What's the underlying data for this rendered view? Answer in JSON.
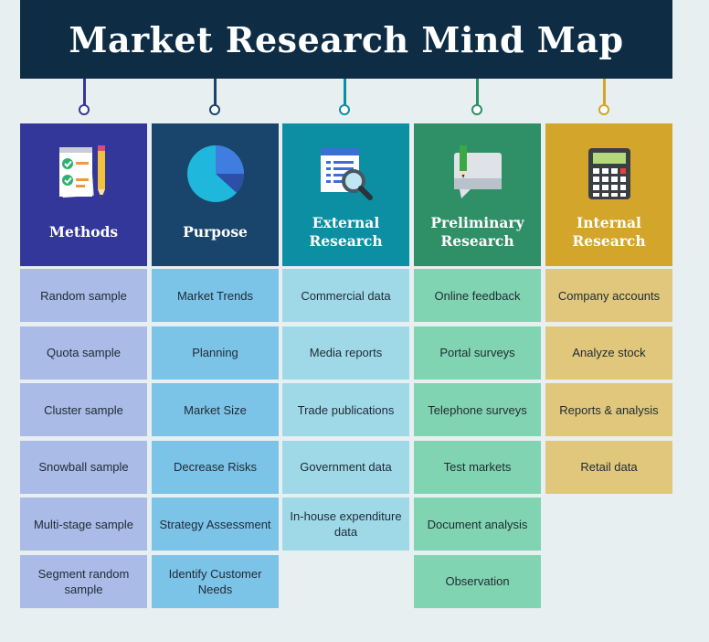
{
  "title": "Market Research Mind Map",
  "columns": [
    {
      "label": "Methods",
      "icon": "checklist-icon",
      "header_color": "#33379a",
      "cell_color": "#a9bbe6",
      "connector_color": "#33379a",
      "items": [
        "Random sample",
        "Quota sample",
        "Cluster sample",
        "Snowball sample",
        "Multi-stage sample",
        "Segment random sample"
      ]
    },
    {
      "label": "Purpose",
      "icon": "pie-chart-icon",
      "header_color": "#19456d",
      "cell_color": "#7cc3e8",
      "connector_color": "#19456d",
      "items": [
        "Market Trends",
        "Planning",
        "Market Size",
        "Decrease Risks",
        "Strategy Assessment",
        "Identify Customer Needs"
      ]
    },
    {
      "label": "External\nResearch",
      "icon": "document-search-icon",
      "header_color": "#0c8fa3",
      "cell_color": "#9fd9e8",
      "connector_color": "#0c8fa3",
      "items": [
        "Commercial data",
        "Media reports",
        "Trade publications",
        "Government data",
        "In-house expenditure data"
      ]
    },
    {
      "label": "Preliminary\nResearch",
      "icon": "chat-bubble-icon",
      "header_color": "#2f8f66",
      "cell_color": "#81d4b1",
      "connector_color": "#2f8f66",
      "items": [
        "Online feedback",
        "Portal surveys",
        "Telephone surveys",
        "Test markets",
        "Document analysis",
        "Observation"
      ]
    },
    {
      "label": "Internal\nResearch",
      "icon": "calculator-icon",
      "header_color": "#d3a52a",
      "cell_color": "#e1c77c",
      "connector_color": "#d3a52a",
      "items": [
        "Company accounts",
        "Analyze stock",
        "Reports & analysis",
        "Retail data"
      ]
    }
  ]
}
